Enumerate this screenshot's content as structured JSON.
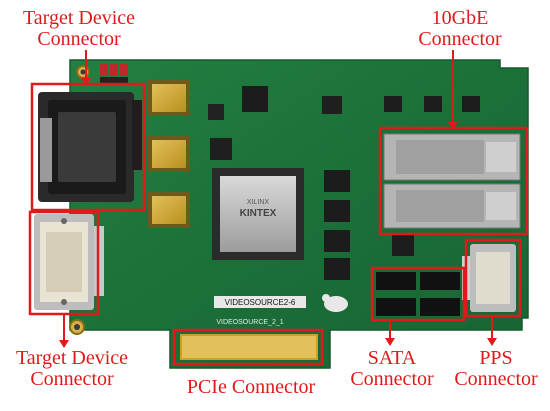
{
  "labels": {
    "target_top": {
      "line1": "Target Device",
      "line2": "Connector"
    },
    "tengbe": {
      "line1": "10GbE",
      "line2": "Connector"
    },
    "target_bottom": {
      "line1": "Target Device",
      "line2": "Connector"
    },
    "pcie": {
      "line1": "PCIe Connector"
    },
    "sata": {
      "line1": "SATA",
      "line2": "Connector"
    },
    "pps": {
      "line1": "PPS",
      "line2": "Connector"
    }
  },
  "board_text": {
    "fpga_line1": "XILINX",
    "fpga_line2": "KINTEX",
    "silkscreen_1": "VIDEOSOURCE2-6",
    "silkscreen_2": "VIDEOSOURCE_2_1"
  },
  "colors": {
    "annotation": "#e01a1a",
    "pcb": "#1f7a3c",
    "chip_gold": "#c9a227",
    "fpga": "#d8d8d8"
  }
}
